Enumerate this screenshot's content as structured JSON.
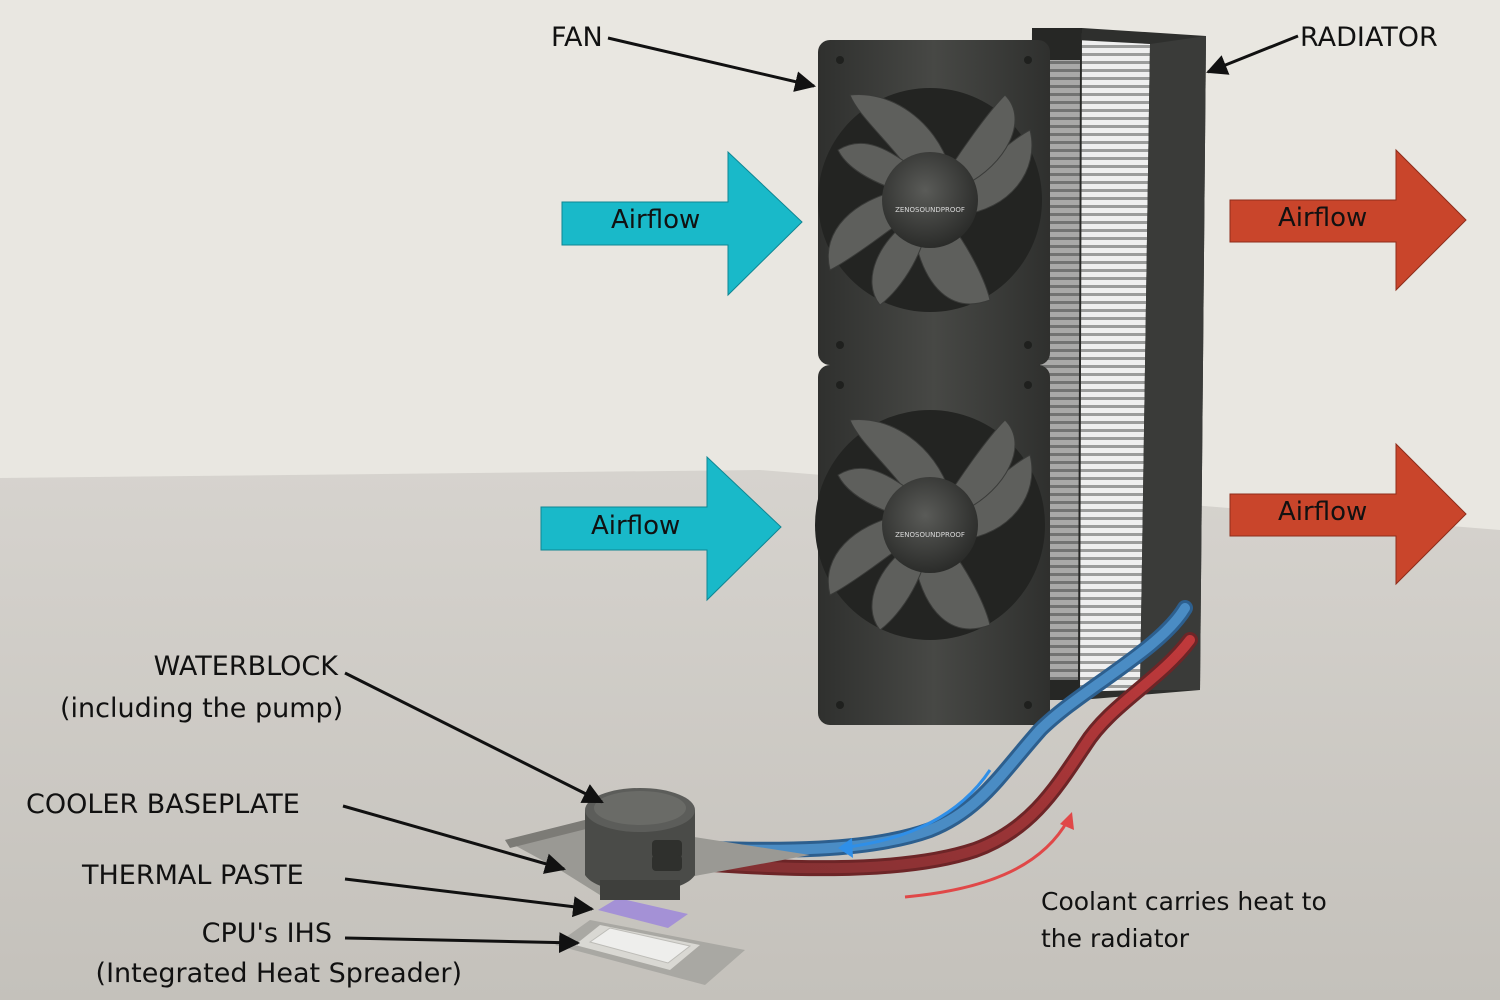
{
  "labels": {
    "fan": "FAN",
    "radiator": "RADIATOR",
    "waterblock_line1": "WATERBLOCK",
    "waterblock_line2": "(including the pump)",
    "baseplate": "COOLER BASEPLATE",
    "thermal_paste": "THERMAL PASTE",
    "ihs_line1": "CPU's IHS",
    "ihs_line2": "(Integrated Heat Spreader)",
    "coolant_line1": "Coolant carries heat to",
    "coolant_line2": "the radiator"
  },
  "airflow": {
    "in_top": "Airflow",
    "in_bottom": "Airflow",
    "out_top": "Airflow",
    "out_bottom": "Airflow"
  },
  "fan_brand": "ZENOSOUNDPROOF",
  "colors": {
    "wall": "#e8e6e0",
    "floor": "#ccc9c4",
    "intake_arrow": "#19b9c9",
    "exhaust_arrow": "#c9452b",
    "fan_frame": "#3e3f3d",
    "fan_blade": "#5b5c59",
    "cold_tube": "#3f7fb8",
    "hot_tube": "#a8383a",
    "paste": "#a08fd0"
  }
}
